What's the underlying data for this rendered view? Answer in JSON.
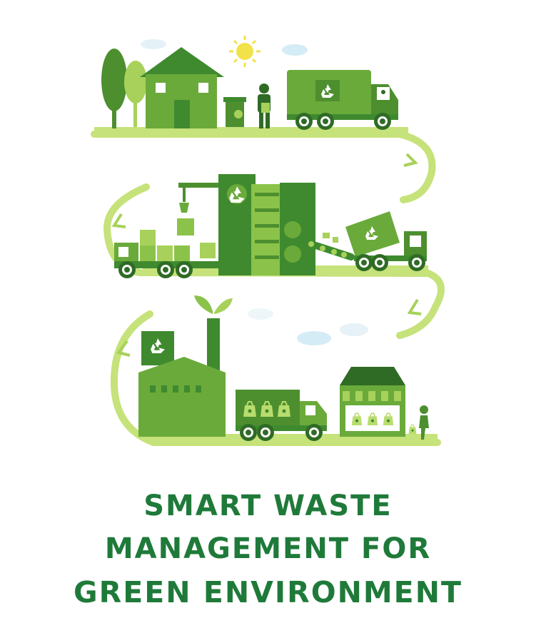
{
  "title": {
    "line1": "SMART WASTE",
    "line2": "MANAGEMENT FOR",
    "line3": "GREEN ENVIRONMENT"
  },
  "colors": {
    "dark_green": "#3f8a2f",
    "mid_green": "#6aaa3a",
    "light_green": "#a7d15a",
    "path_green": "#c6e27a",
    "title_green": "#1f7a3a",
    "sun": "#f2e24a",
    "cloud": "#d4ecf6"
  },
  "icons": [
    "recycle-icon",
    "sun-icon",
    "cloud-icon",
    "leaf-icon"
  ]
}
